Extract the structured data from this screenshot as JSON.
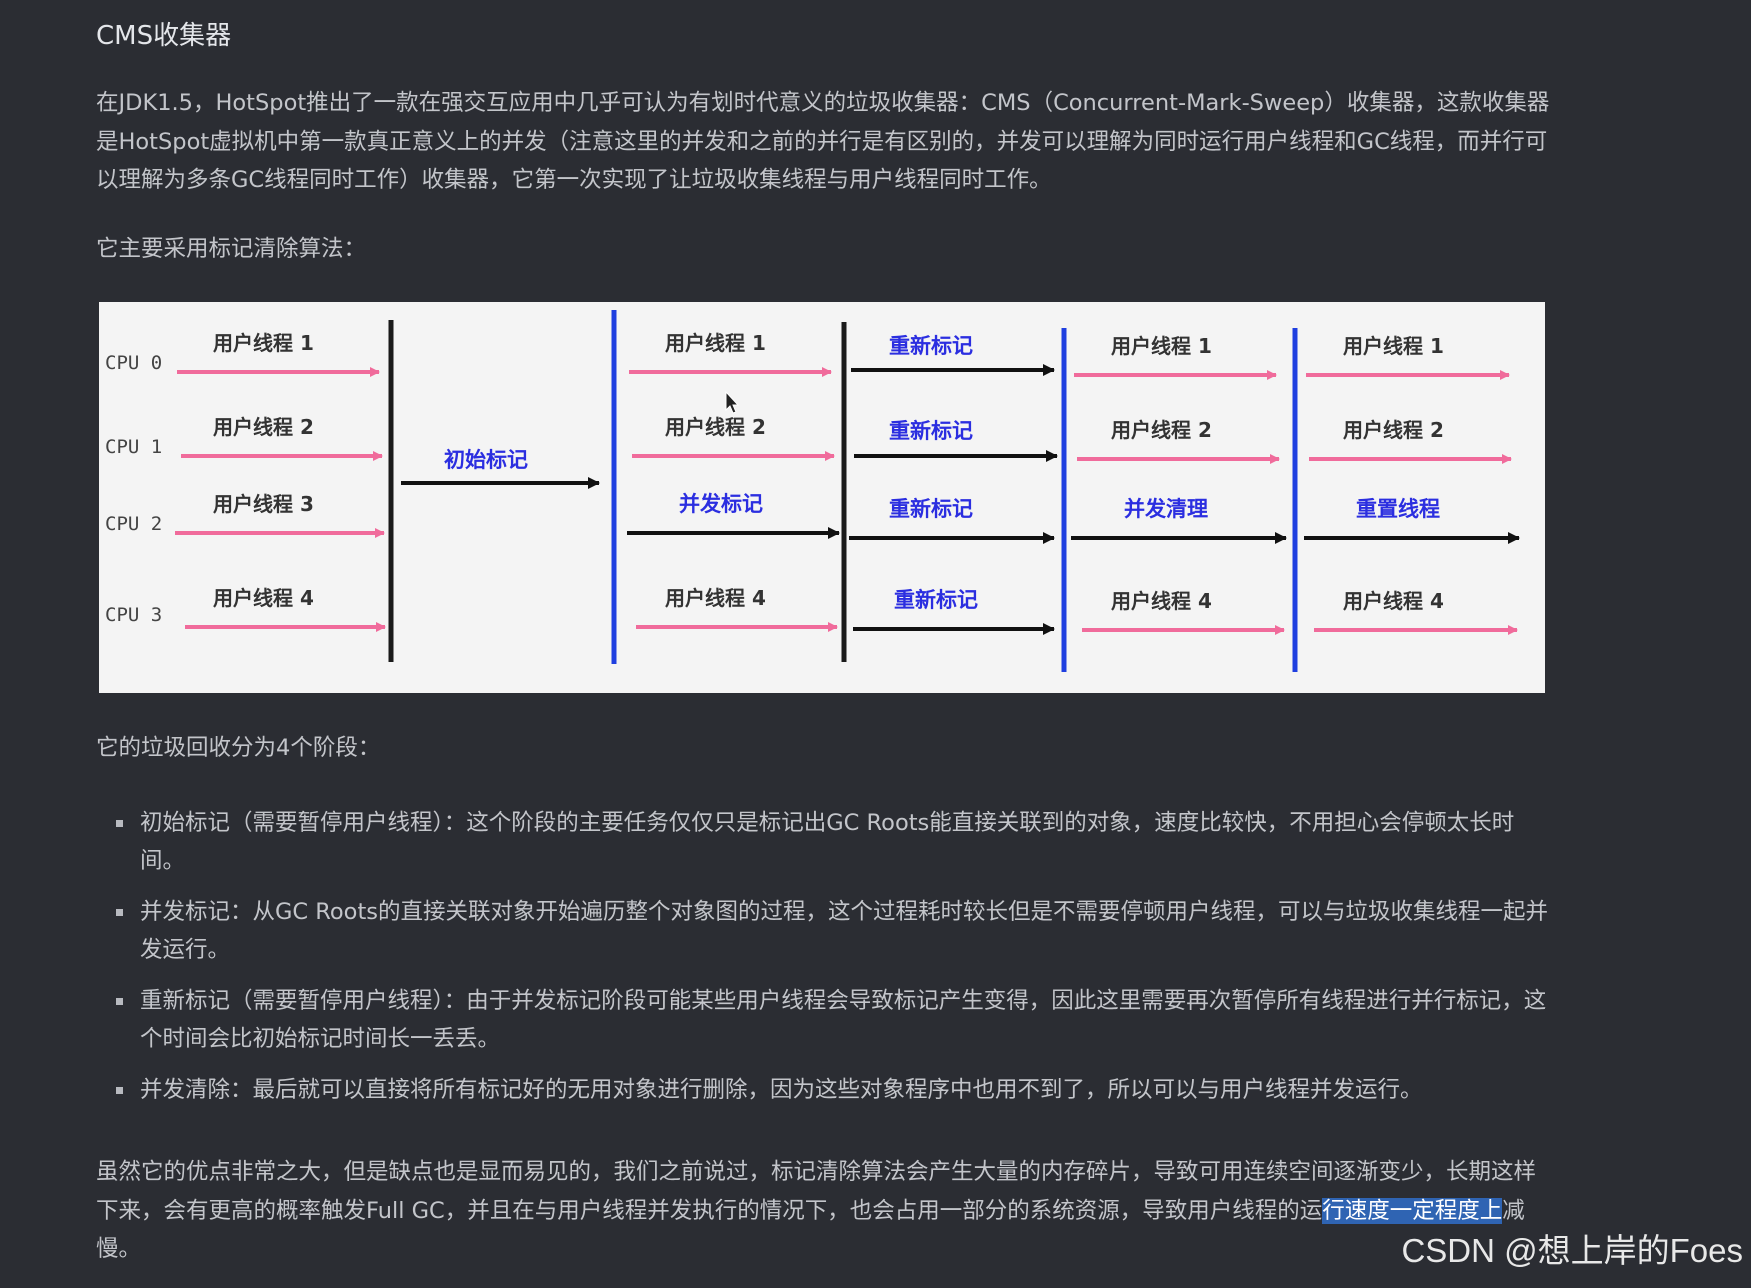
{
  "heading": "CMS收集器",
  "intro": "在JDK1.5，HotSpot推出了一款在强交互应用中几乎可认为有划时代意义的垃圾收集器：CMS（Concurrent-Mark-Sweep）收集器，这款收集器是HotSpot虚拟机中第一款真正意义上的并发（注意这里的并发和之前的并行是有区别的，并发可以理解为同时运行用户线程和GC线程，而并行可以理解为多条GC线程同时工作）收集器，它第一次实现了让垃圾收集线程与用户线程同时工作。",
  "algorithm_lead": "它主要采用标记清除算法：",
  "diagram": {
    "cpus": [
      "CPU 0",
      "CPU 1",
      "CPU 2",
      "CPU 3"
    ],
    "user_threads": [
      "用户线程 1",
      "用户线程 2",
      "用户线程 3",
      "用户线程 4"
    ],
    "initial_mark": "初始标记",
    "concurrent_mark": "并发标记",
    "remark": "重新标记",
    "concurrent_sweep": "并发清理",
    "reset_threads": "重置线程",
    "colors": {
      "user_arrow": "#f06b9b",
      "gc_arrow": "#111111",
      "safepoint_line": "#1a1a1a",
      "stw_line": "#1f3fe0",
      "phase_text": "#2b2ee0"
    }
  },
  "phases_lead": "它的垃圾回收分为4个阶段：",
  "phases": [
    "初始标记（需要暂停用户线程）：这个阶段的主要任务仅仅只是标记出GC Roots能直接关联到的对象，速度比较快，不用担心会停顿太长时间。",
    "并发标记：从GC Roots的直接关联对象开始遍历整个对象图的过程，这个过程耗时较长但是不需要停顿用户线程，可以与垃圾收集线程一起并发运行。",
    "重新标记（需要暂停用户线程）：由于并发标记阶段可能某些用户线程会导致标记产生变得，因此这里需要再次暂停所有线程进行并行标记，这个时间会比初始标记时间长一丢丢。",
    "并发清除：最后就可以直接将所有标记好的无用对象进行删除，因为这些对象程序中也用不到了，所以可以与用户线程并发运行。"
  ],
  "summary": {
    "before": "虽然它的优点非常之大，但是缺点也是显而易见的，我们之前说过，标记清除算法会产生大量的内存碎片，导致可用连续空间逐渐变少，长期这样下来，会有更高的概率触发Full GC，并且在与用户线程并发执行的情况下，也会占用一部分的系统资源，导致用户线程的运",
    "highlighted": "行速度一定程度上",
    "after": "减慢。"
  },
  "watermark": "CSDN @想上岸的Foes"
}
